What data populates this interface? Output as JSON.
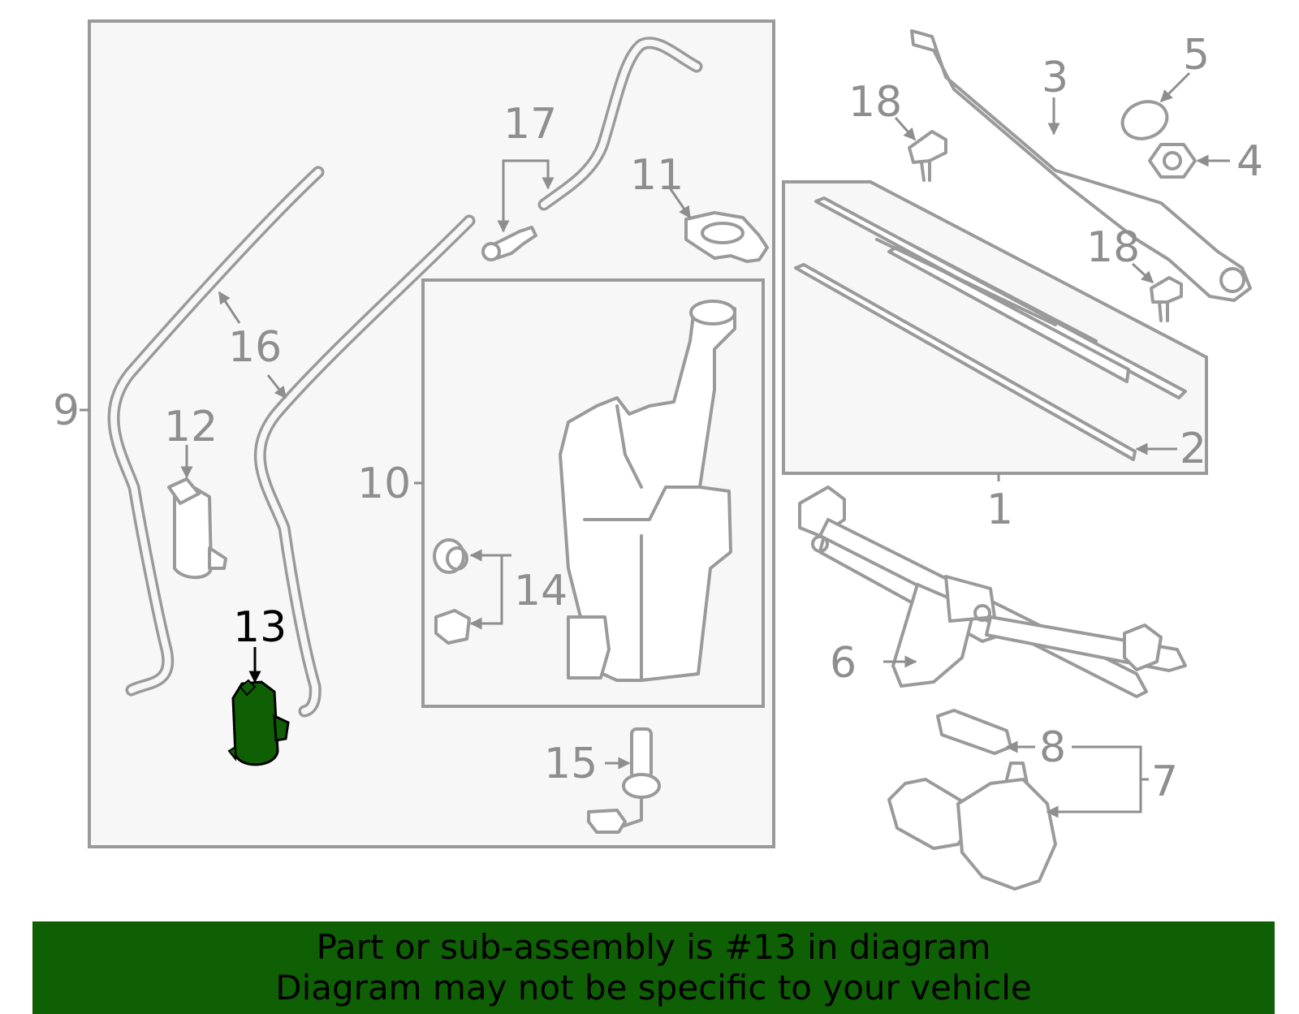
{
  "colors": {
    "highlight": "#0f6004",
    "part_stroke": "#9a9a9a",
    "callout": "#8e8e8e",
    "banner_bg": "#0f6004"
  },
  "highlighted_part": "13",
  "callouts": {
    "c1": "1",
    "c2": "2",
    "c3": "3",
    "c4": "4",
    "c5": "5",
    "c6": "6",
    "c7": "7",
    "c8": "8",
    "c9": "9",
    "c10": "10",
    "c11": "11",
    "c12": "12",
    "c13": "13",
    "c14": "14",
    "c15": "15",
    "c16": "16",
    "c17": "17",
    "c18a": "18",
    "c18b": "18"
  },
  "banner": {
    "line1": "Part or sub-assembly is #13 in diagram",
    "line2": "Diagram may not be specific to your vehicle"
  }
}
